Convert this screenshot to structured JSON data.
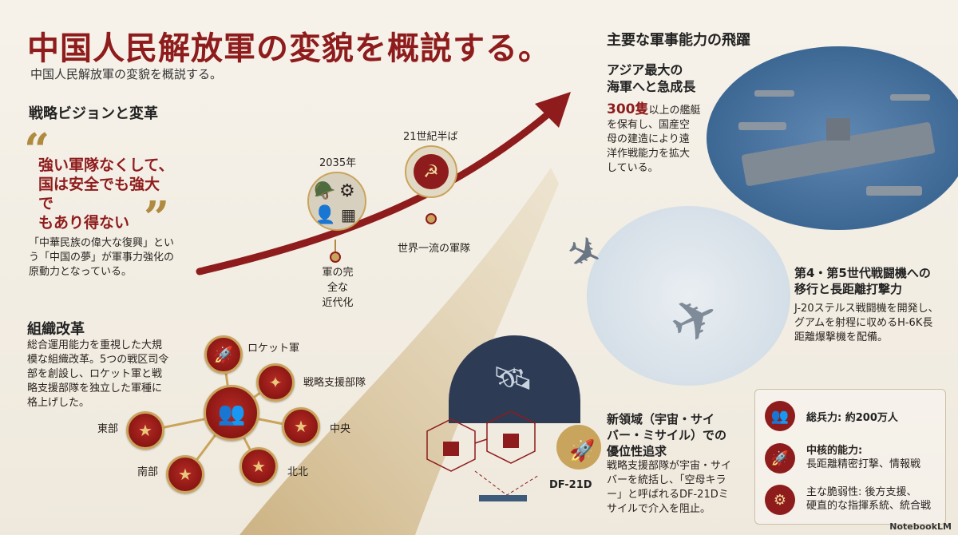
{
  "header": {
    "title": "中国人民解放軍の変貌を概説する。",
    "subtitle": "中国人民解放軍の変貌を概説する。"
  },
  "left": {
    "vision_heading": "戦略ビジョンと変革",
    "quote_line1": "強い軍隊なくして、",
    "quote_line2": "国は安全でも強大で",
    "quote_line3": "もあり得ない",
    "dream_line1": "「中華民族の偉大な復興」とい",
    "dream_line2": "う「中国の夢」が軍事力強化の",
    "dream_line3": "原動力となっている。",
    "reform_heading": "組織改革",
    "reform_line1": "総合運用能力を重視した大規",
    "reform_line2": "模な組織改革。5つの戦区司令",
    "reform_line3": "部を創設し、ロケット軍と戦",
    "reform_line4": "略支援部隊を独立した軍種に",
    "reform_line5": "格上げした。",
    "branches": {
      "rocket": "ロケット軍",
      "strategic_support": "戦略支援部隊",
      "central": "中央",
      "east": "東部",
      "south": "南部",
      "north": "北北"
    }
  },
  "timeline": {
    "milestone_2035_year": "2035年",
    "milestone_2035_line1": "軍の完全な",
    "milestone_2035_line2": "近代化",
    "milestone_mid_year": "21世紀半ば",
    "milestone_mid_label": "世界一流の軍隊"
  },
  "right": {
    "capabilities_heading": "主要な軍事能力の飛躍",
    "navy_heading_line1": "アジア最大の",
    "navy_heading_line2": "海軍へと急成長",
    "navy_num": "300隻",
    "navy_line1": "以上の艦艇",
    "navy_line2": "を保有し、国産空",
    "navy_line3": "母の建造により遠",
    "navy_line4": "洋作戦能力を拡大",
    "navy_line5": "している。",
    "air_heading_line1": "第4・第5世代戦闘機への",
    "air_heading_line2": "移行と長距離打撃力",
    "air_line1": "J-20ステルス戦闘機を開発し、",
    "air_line2": "グアムを射程に収めるH-6K長",
    "air_line3": "距離爆撃機を配備。",
    "domain_heading_line1": "新領域（宇宙・サイ",
    "domain_heading_line2": "バー・ミサイル）での",
    "domain_heading_line3": "優位性追求",
    "domain_line1": "戦略支援部隊が宇宙・サイ",
    "domain_line2": "バーを統括し、「空母キラ",
    "domain_line3": "ー」と呼ばれるDF-21Dミ",
    "domain_line4": "サイルで介入を阻止。",
    "missile_label": "DF-21D"
  },
  "stats": {
    "troops": "総兵力: 約200万人",
    "nuclear_line1": "中核的能力:",
    "nuclear_line2": "長距離精密打撃、情報戦",
    "weakness_line1": "主な脆弱性: 後方支援、",
    "weakness_line2": "硬直的な指揮系統、統合戦"
  },
  "footer": {
    "brand": "NotebookLM"
  },
  "colors": {
    "accent_red": "#8e1c1c",
    "gold": "#c9a45c",
    "navy_sea": "#4e7aa6"
  }
}
